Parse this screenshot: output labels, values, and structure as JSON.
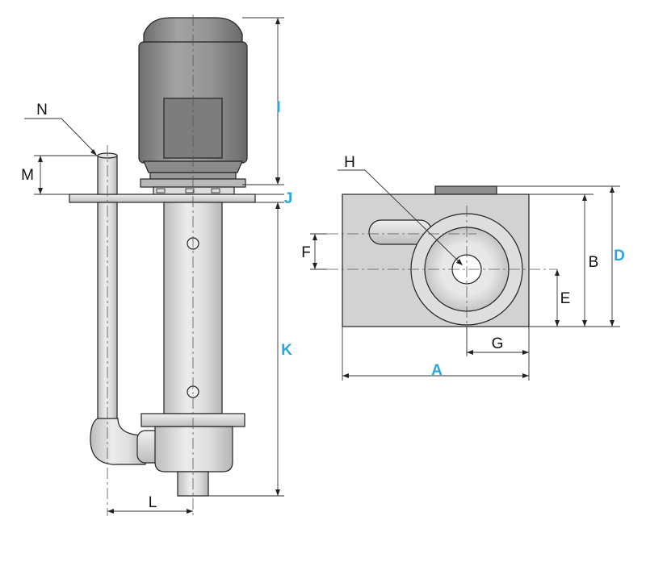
{
  "labels": {
    "A": "A",
    "B": "B",
    "D": "D",
    "E": "E",
    "F": "F",
    "G": "G",
    "H": "H",
    "I": "I",
    "J": "J",
    "K": "K",
    "L": "L",
    "M": "M",
    "N": "N"
  },
  "colors": {
    "accent_label": "#29a6df",
    "plain_label": "#111111",
    "motor_body": "#8c8c8c",
    "steel_light": "#d9d9d9",
    "top_view_plate": "#cfcfcf"
  }
}
